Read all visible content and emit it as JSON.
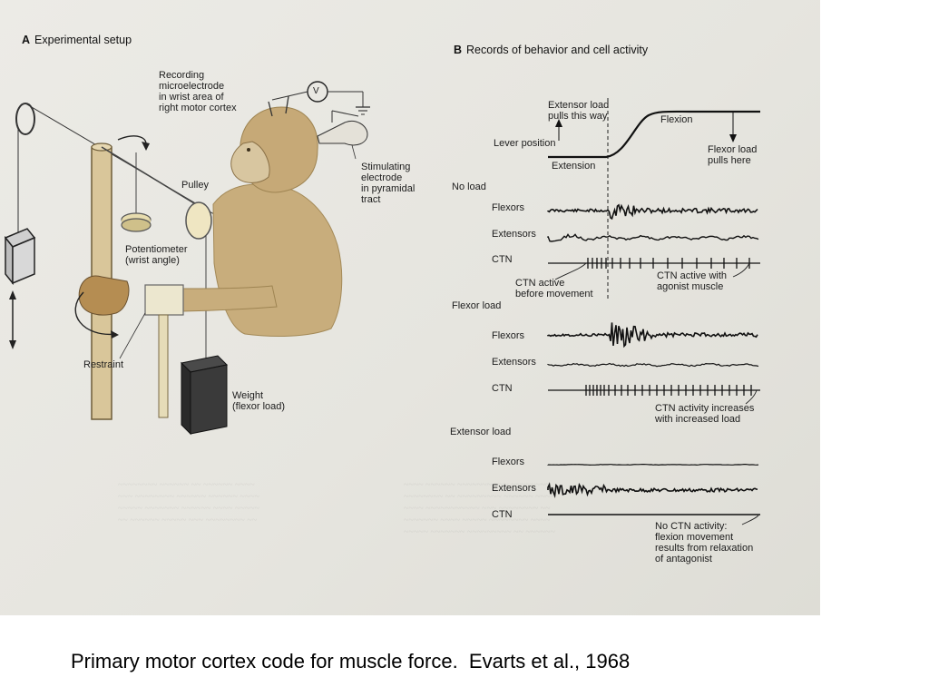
{
  "panel_a": {
    "heading_letter": "A",
    "heading_text": "Experimental setup",
    "labels": {
      "recording": "Recording\nmicroelectrode\nin wrist area of\nright motor cortex",
      "voltmeter": "V",
      "stimulating": "Stimulating\nelectrode\nin pyramidal\ntract",
      "pulley": "Pulley",
      "potentiometer": "Potentiometer\n(wrist angle)",
      "restraint": "Restraint",
      "weight": "Weight\n(flexor load)"
    }
  },
  "panel_b": {
    "heading_letter": "B",
    "heading_text": "Records of behavior and cell activity",
    "lever": {
      "label": "Lever position",
      "extensor_pull": "Extensor load\npulls this way",
      "flexion": "Flexion",
      "extension": "Extension",
      "flexor_pull": "Flexor load\npulls here"
    },
    "conditions": [
      {
        "title": "No load",
        "traces": [
          "Flexors",
          "Extensors",
          "CTN"
        ],
        "annotations": [
          "CTN active\nbefore movement",
          "CTN active with\nagonist muscle"
        ]
      },
      {
        "title": "Flexor load",
        "traces": [
          "Flexors",
          "Extensors",
          "CTN"
        ],
        "annotations": [
          "CTN activity increases\nwith increased load"
        ]
      },
      {
        "title": "Extensor load",
        "traces": [
          "Flexors",
          "Extensors",
          "CTN"
        ],
        "annotations": [
          "No CTN activity:\nflexion movement\nresults from relaxation\nof antagonist"
        ]
      }
    ]
  },
  "caption": "Primary motor cortex code for muscle force.  Evarts et al., 1968"
}
